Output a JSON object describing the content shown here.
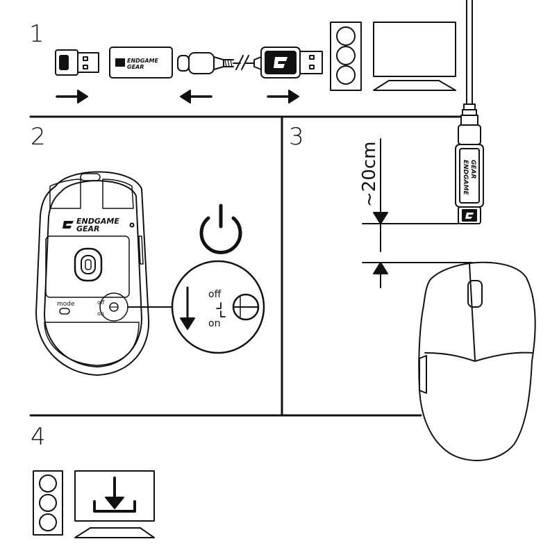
{
  "steps": {
    "s1": "1",
    "s2": "2",
    "s3": "3",
    "s4": "4"
  },
  "brand": {
    "line1": "ENDGAME",
    "line2": "GEAR"
  },
  "mouse": {
    "mode_label": "mode"
  },
  "switch": {
    "off": "off",
    "on": "on"
  },
  "distance": "~20cm",
  "icons": {
    "power": "power-icon",
    "download": "download-icon",
    "arrow_right": "arrow-right-icon",
    "arrow_left": "arrow-left-icon"
  }
}
